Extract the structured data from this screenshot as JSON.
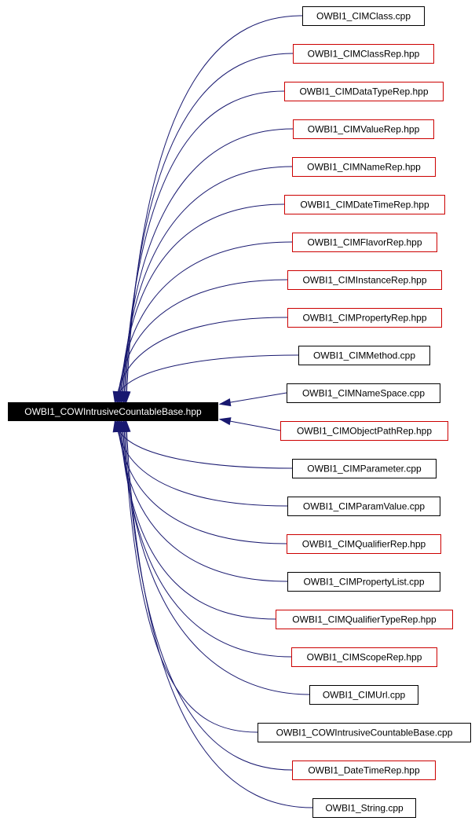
{
  "root": {
    "label": "OWBI1_COWIntrusiveCountableBase.hpp"
  },
  "colors": {
    "edge": "#191970",
    "root_fill": "#000000",
    "root_text": "#ffffff",
    "documented_border": "#000000",
    "undocumented_border": "#cc0000",
    "text": "#000000"
  },
  "nodes": [
    {
      "label": "OWBI1_CIMClass.cpp",
      "border": "black"
    },
    {
      "label": "OWBI1_CIMClassRep.hpp",
      "border": "red"
    },
    {
      "label": "OWBI1_CIMDataTypeRep.hpp",
      "border": "red"
    },
    {
      "label": "OWBI1_CIMValueRep.hpp",
      "border": "red"
    },
    {
      "label": "OWBI1_CIMNameRep.hpp",
      "border": "red"
    },
    {
      "label": "OWBI1_CIMDateTimeRep.hpp",
      "border": "red"
    },
    {
      "label": "OWBI1_CIMFlavorRep.hpp",
      "border": "red"
    },
    {
      "label": "OWBI1_CIMInstanceRep.hpp",
      "border": "red"
    },
    {
      "label": "OWBI1_CIMPropertyRep.hpp",
      "border": "red"
    },
    {
      "label": "OWBI1_CIMMethod.cpp",
      "border": "black"
    },
    {
      "label": "OWBI1_CIMNameSpace.cpp",
      "border": "black"
    },
    {
      "label": "OWBI1_CIMObjectPathRep.hpp",
      "border": "red"
    },
    {
      "label": "OWBI1_CIMParameter.cpp",
      "border": "black"
    },
    {
      "label": "OWBI1_CIMParamValue.cpp",
      "border": "black"
    },
    {
      "label": "OWBI1_CIMQualifierRep.hpp",
      "border": "red"
    },
    {
      "label": "OWBI1_CIMPropertyList.cpp",
      "border": "black"
    },
    {
      "label": "OWBI1_CIMQualifierTypeRep.hpp",
      "border": "red"
    },
    {
      "label": "OWBI1_CIMScopeRep.hpp",
      "border": "red"
    },
    {
      "label": "OWBI1_CIMUrl.cpp",
      "border": "black"
    },
    {
      "label": "OWBI1_COWIntrusiveCountableBase.cpp",
      "border": "black"
    },
    {
      "label": "OWBI1_DateTimeRep.hpp",
      "border": "red"
    },
    {
      "label": "OWBI1_String.cpp",
      "border": "black"
    }
  ]
}
